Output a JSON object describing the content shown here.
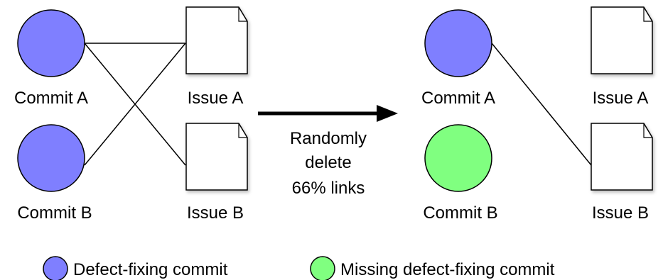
{
  "colors": {
    "defect_fixing": "#7f7fff",
    "missing_defect_fixing": "#80ff80",
    "stroke": "#000000"
  },
  "before": {
    "commit_a": "Commit A",
    "commit_b": "Commit B",
    "issue_a": "Issue A",
    "issue_b": "Issue B"
  },
  "transition": {
    "line1": "Randomly",
    "line2": "delete",
    "line3": "66% links"
  },
  "after": {
    "commit_a": "Commit A",
    "commit_b": "Commit B",
    "issue_a": "Issue A",
    "issue_b": "Issue B"
  },
  "legend": {
    "defect_fixing": "Defect-fixing commit",
    "missing": "Missing defect-fixing commit"
  }
}
